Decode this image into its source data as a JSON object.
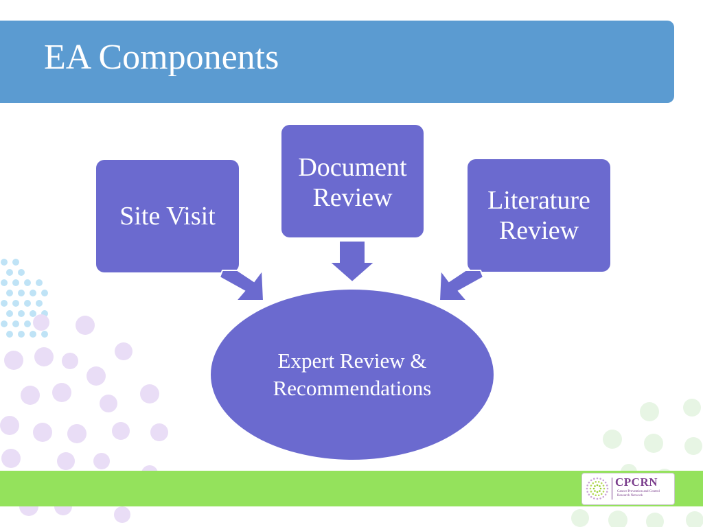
{
  "slide": {
    "title": "EA Components"
  },
  "diagram": {
    "inputs": [
      {
        "id": "site-visit",
        "label": "Site Visit"
      },
      {
        "id": "document-review",
        "label": "Document Review"
      },
      {
        "id": "literature-review",
        "label": "Literature Review"
      }
    ],
    "output": {
      "label": "Expert Review & Recommendations"
    },
    "colors": {
      "node": "#6b6acf",
      "node_text": "#ffffff"
    }
  },
  "theme": {
    "title_bar_color": "#5b9bd1",
    "footer_bar_color": "#94e25c",
    "dot_purple": "#e9ddf6",
    "dot_blue": "#bfe3f6",
    "dot_green": "#e7f5e4"
  },
  "logo": {
    "name": "CPCRN",
    "subtitle": "Cancer Prevention and Control Research Network",
    "color": "#7a3d8c"
  }
}
